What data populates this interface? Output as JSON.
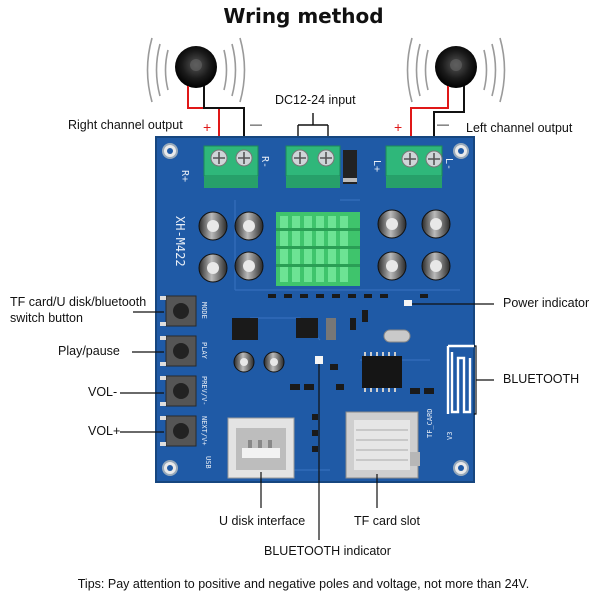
{
  "title": "Wring method",
  "labels": {
    "right_channel": "Right channel output",
    "dc_input": "DC12-24 input",
    "left_channel": "Left channel output",
    "switch_button_l1": "TF card/U disk/bluetooth",
    "switch_button_l2": "switch button",
    "play_pause": "Play/pause",
    "vol_minus": "VOL-",
    "vol_plus": "VOL+",
    "power_indicator": "Power indicator",
    "bluetooth": "BLUETOOTH",
    "u_disk": "U disk interface",
    "tf_slot": "TF card slot",
    "bt_indicator": "BLUETOOTH indicator"
  },
  "polarity": {
    "plus": "+",
    "minus": "—"
  },
  "board": {
    "model": "XH-M422",
    "r_plus": "R+",
    "r_minus": "R-",
    "l_plus": "L+",
    "l_minus": "L-",
    "mode": "MODE",
    "play": "PLAY",
    "prev": "PREV/V-",
    "next": "NEXT/V+",
    "usb": "USB",
    "tf_card": "TF_CARD",
    "v3": "V3"
  },
  "tips": "Tips: Pay attention to positive and negative poles and voltage, not more than 24V.",
  "colors": {
    "pcb": "#1f5aa6",
    "terminal": "#2fb77a",
    "heatsink": "#49d67a",
    "wire_red": "#e01818",
    "wire_black": "#111111"
  }
}
